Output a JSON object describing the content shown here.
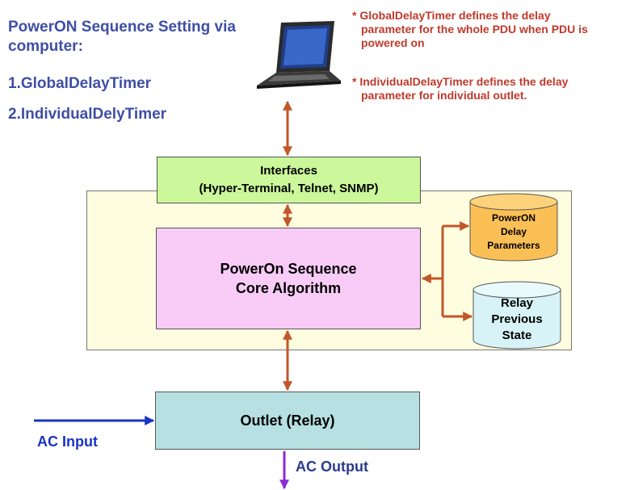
{
  "header": {
    "line1": "PowerON Sequence Setting via",
    "line2": "computer:",
    "item1": "1.GlobalDelayTimer",
    "item2": "2.IndividualDelyTimer"
  },
  "notes": {
    "global": [
      "* GlobalDelayTimer defines the delay",
      "parameter for the whole PDU when PDU is",
      "powered on"
    ],
    "individual": [
      "* IndividualDelayTimer defines the delay",
      "parameter for individual outlet."
    ]
  },
  "interfaces": {
    "title": "Interfaces",
    "subtitle": "(Hyper-Terminal, Telnet, SNMP)"
  },
  "core": {
    "line1": "PowerOn Sequence",
    "line2": "Core Algorithm"
  },
  "db_delay": [
    "PowerON",
    "Delay",
    "Parameters"
  ],
  "db_relay": [
    "Relay",
    "Previous",
    "State"
  ],
  "outlet": {
    "label": "Outlet (Relay)"
  },
  "ac_input": "AC Input",
  "ac_output": "AC Output",
  "colors": {
    "title_blue": "#3f4ea6",
    "note_red": "#c0392b",
    "interfaces_green": "#ccf79a",
    "outer_yellow": "#fffde0",
    "core_pink": "#f9ccf7",
    "db_orange": "#fbc055",
    "db_cyan": "#d7f3f7",
    "outlet_teal": "#b7e0e3",
    "arrow_orange": "#c2562a",
    "input_blue": "#1a33c4",
    "output_purple": "#8a2bd3"
  },
  "icons": [
    "laptop-icon",
    "database-icon"
  ]
}
